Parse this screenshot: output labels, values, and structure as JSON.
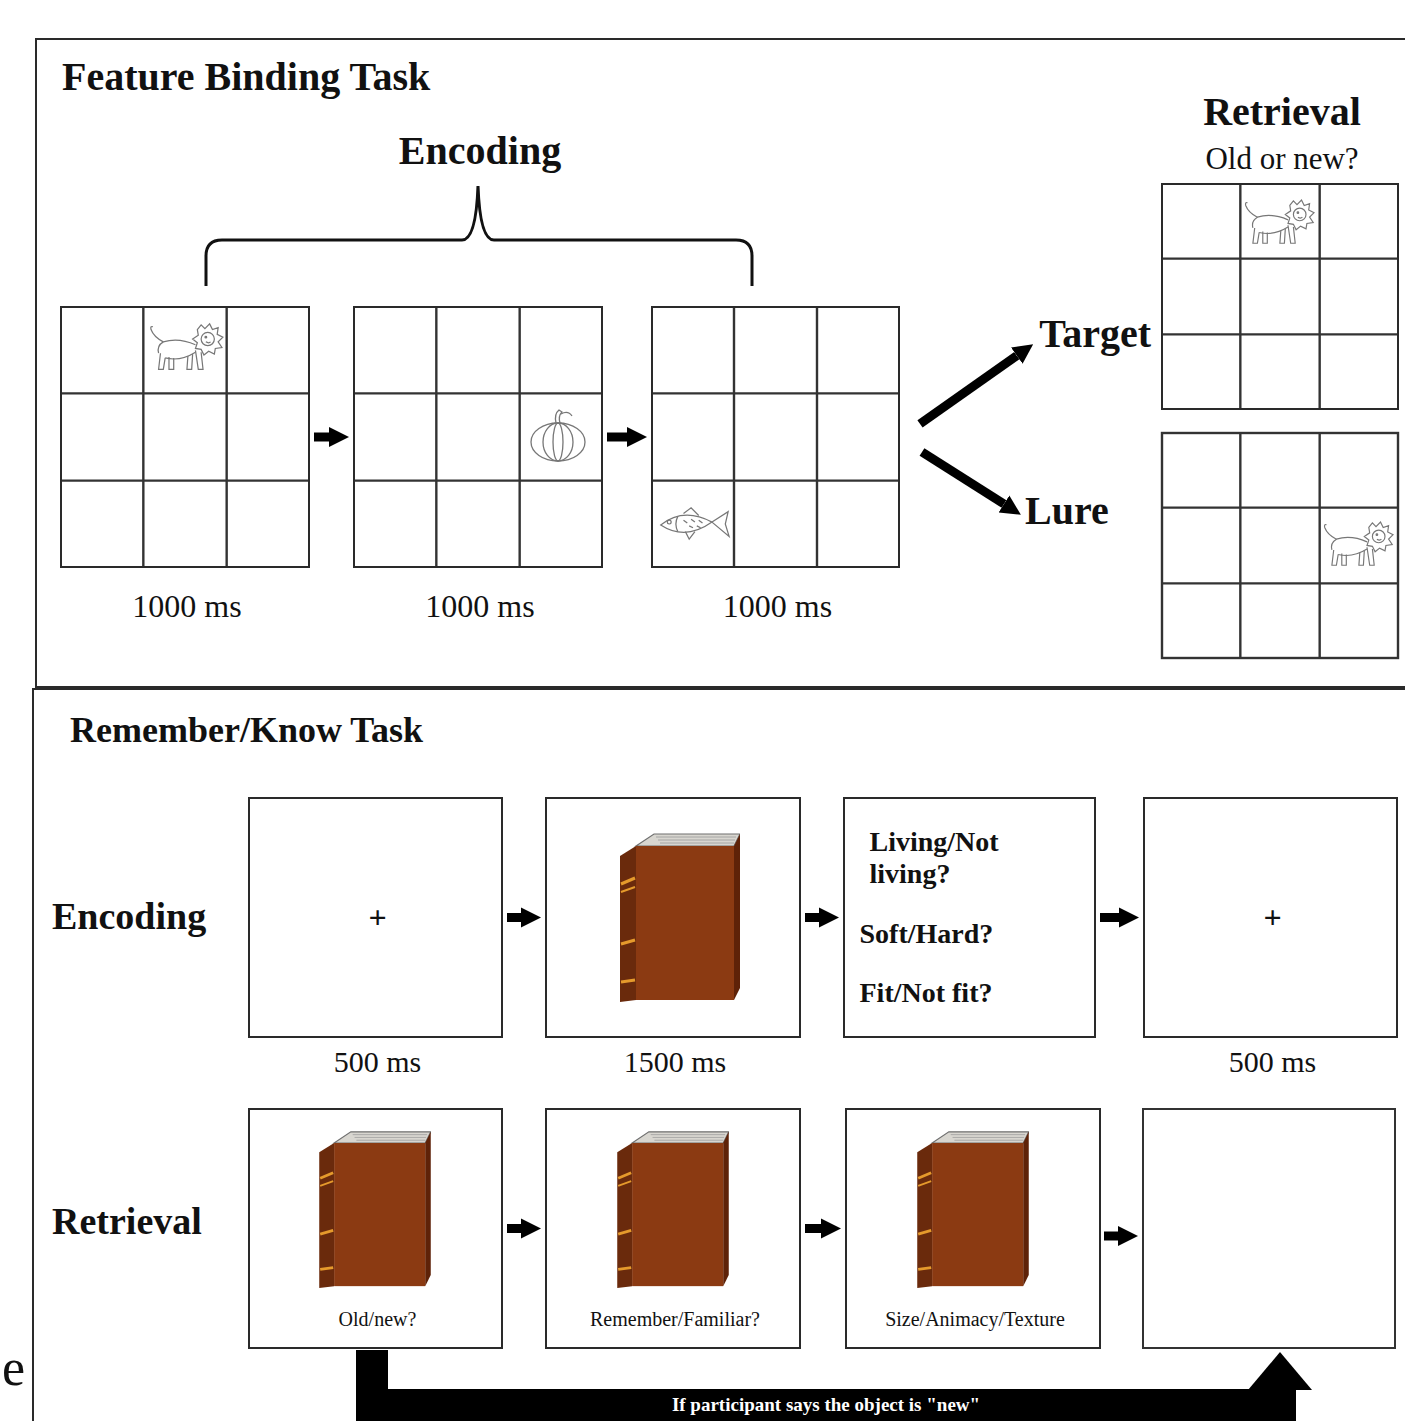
{
  "diagram": {
    "nodes": [
      {
        "text": [
          "Feature Binding Task"
        ]
      },
      {
        "text": [
          "1000 ms"
        ],
        "in": 0
      },
      {
        "text": [
          "1000 ms"
        ],
        "in": 0
      },
      {
        "text": [
          "1000 ms"
        ],
        "in": 0
      },
      {
        "text": [
          "Retrieval",
          "Old or new?"
        ],
        "in": 0
      },
      {
        "text": [
          "Remember/Know Task"
        ]
      },
      {
        "text": [
          "+",
          "500 ms"
        ],
        "in": 5
      },
      {
        "text": [
          "1500 ms"
        ],
        "in": 5
      },
      {
        "text": [
          "Living/Not living?",
          "Soft/Hard?",
          "Fit/Not fit?"
        ],
        "in": 5
      },
      {
        "text": [
          "+",
          "500 ms"
        ],
        "in": 5
      },
      {
        "text": [
          "Old/new?"
        ],
        "in": 5
      },
      {
        "text": [
          "Remember/Familiar?"
        ],
        "in": 5
      },
      {
        "text": [
          "Size/Animacy/Texture"
        ],
        "in": 5
      }
    ],
    "edges": [
      {
        "from": 1,
        "to": 2,
        "arrow": "to"
      },
      {
        "from": 2,
        "to": 3,
        "arrow": "to"
      },
      {
        "from": 3,
        "to": 4,
        "label": "Target",
        "arrow": "to"
      },
      {
        "from": 6,
        "to": 7,
        "arrow": "to"
      },
      {
        "from": 7,
        "to": 8,
        "arrow": "to"
      },
      {
        "from": 8,
        "to": 9,
        "arrow": "to"
      },
      {
        "from": 10,
        "to": 11,
        "arrow": "to"
      },
      {
        "from": 11,
        "to": 12,
        "arrow": "to"
      }
    ],
    "labels": [
      "Encoding",
      "Lure",
      "Encoding",
      "Retrieval",
      "If participant says the object is \"new\"",
      "e"
    ]
  }
}
